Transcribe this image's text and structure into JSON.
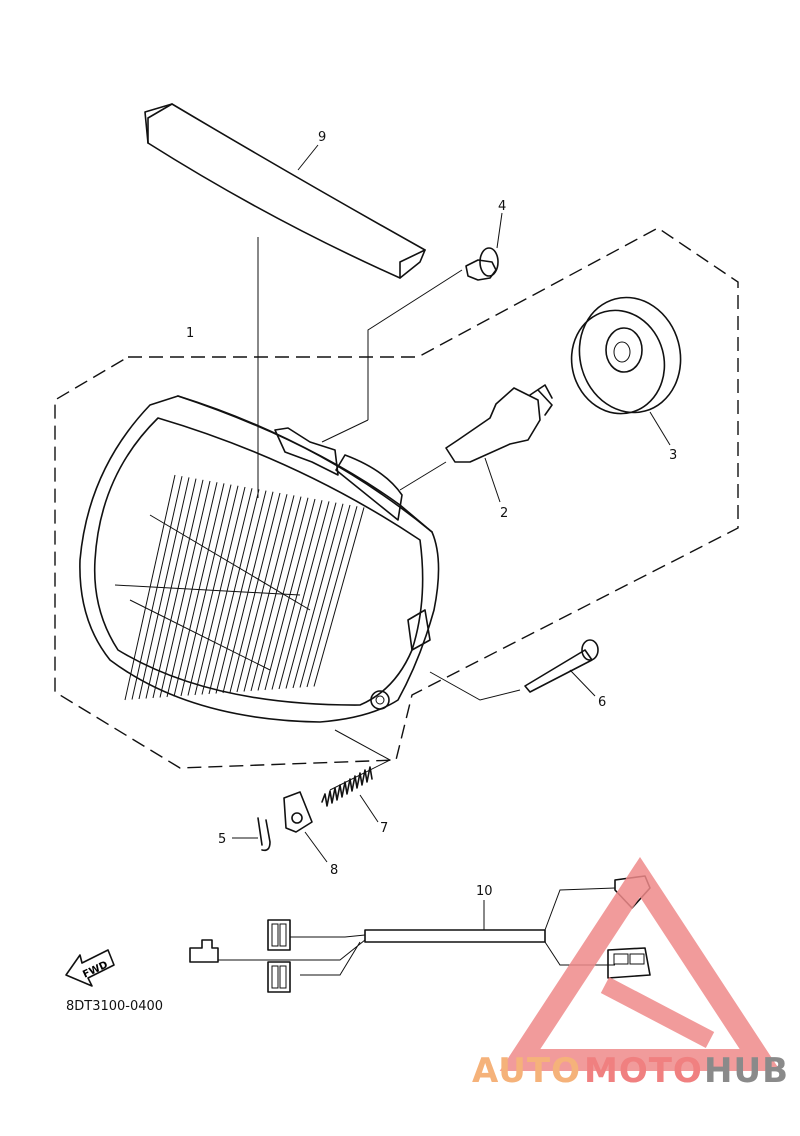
{
  "callouts": [
    "1",
    "2",
    "3",
    "4",
    "5",
    "6",
    "7",
    "8",
    "9",
    "10"
  ],
  "fwd_label": "FWD",
  "diagram_code": "8DT3100-0400",
  "watermark": {
    "part1": "AUTO",
    "part2": "MOTO",
    "part3": "HUB",
    "colors": {
      "auto": "#f5b27a",
      "moto": "#f08080",
      "hub": "#8a8a8a",
      "triangle": "#ef8a8a"
    }
  }
}
